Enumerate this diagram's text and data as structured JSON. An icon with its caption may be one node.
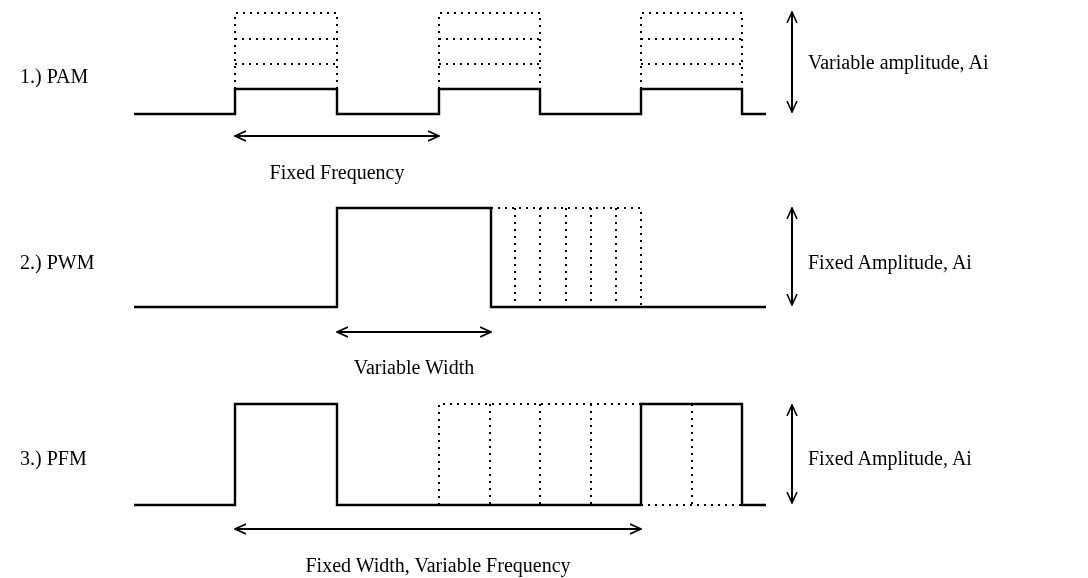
{
  "diagram": {
    "labels": [
      "1.) PAM",
      "Variable amplitude, Ai",
      "Fixed Frequency",
      "2.) PWM",
      "Fixed Amplitude, Ai",
      "Variable Width",
      "3.) PFM",
      "Fixed Amplitude, Ai",
      "Fixed Width, Variable Frequency"
    ]
  }
}
